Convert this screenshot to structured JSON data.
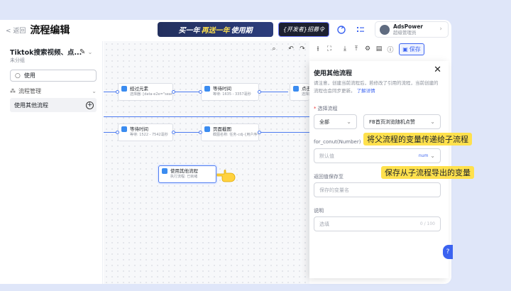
{
  "header": {
    "back_label": "< 返回",
    "title": "流程编辑",
    "promo_prefix": "买一年",
    "promo_highlight": "再送一年",
    "promo_suffix": "使用期",
    "recruit_label": "{开发者}招募令"
  },
  "user": {
    "name": "AdsPower",
    "role": "超级管理员"
  },
  "sidebar": {
    "flow_name": "Tiktok搜索视频、点...",
    "flow_group": "未分组",
    "search_value": "使用",
    "section_label": "流程管理",
    "item_label": "使用其他流程"
  },
  "toolbar": {
    "save_label": "保存"
  },
  "nodes": [
    {
      "title": "经过元素",
      "desc": "选择器: [data-e2e=\"search-vi..."
    },
    {
      "title": "等待时间",
      "desc": "等待: 1635 - 3357毫秒"
    },
    {
      "title": "点击元",
      "desc": "选择器: [data-..."
    },
    {
      "title": "等待时间",
      "desc": "等待: 1522 - 7542毫秒"
    },
    {
      "title": "页面截图",
      "desc": "截图名称: 任务-cdj-{用户序号}"
    },
    {
      "title": "使用其他流程",
      "desc": "执行流程: 已就绪"
    }
  ],
  "panel": {
    "title": "使用其他流程",
    "notice": "请注意，创建当前流程后，若修改了引用的流程，当前创建的流程也会同步更新。",
    "notice_link": "了解详情",
    "select_flow_label": "选择流程",
    "group_value": "全部",
    "flow_value": "FB首页浏览随机点赞",
    "param_label": "for_conut(Number)",
    "param_placeholder": "默认值",
    "param_type": "num",
    "save_to_label": "返回值保存至",
    "save_to_placeholder": "保存的变量名",
    "desc_label": "说明",
    "desc_placeholder": "选填",
    "desc_count": "0 / 100"
  },
  "callouts": {
    "pass_vars": "将父流程的变量传递给子流程",
    "save_vars": "保存从子流程导出的变量"
  },
  "colors": {
    "accent": "#3b63f0",
    "highlight": "#ffe14d",
    "background": "#dfe6f9"
  }
}
